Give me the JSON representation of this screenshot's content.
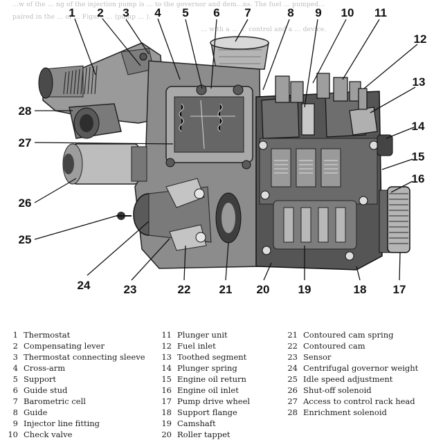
{
  "faint_text": [
    "...w of the ... ng of the injection pump is ... to the governor and dem...ns. The fuel ... pumped...",
    "paired in the ... of ... Figure ... (pump ... ).",
    "... with a ... ... control and a ... device."
  ],
  "callouts": [
    "1",
    "2",
    "3",
    "4",
    "5",
    "6",
    "7",
    "8",
    "9",
    "10",
    "11",
    "12",
    "13",
    "14",
    "15",
    "16",
    "17",
    "18",
    "19",
    "20",
    "21",
    "22",
    "23",
    "24",
    "25",
    "26",
    "27",
    "28"
  ],
  "legend": {
    "column1": [
      {
        "num": "1",
        "label": "Thermostat"
      },
      {
        "num": "2",
        "label": "Compensating lever"
      },
      {
        "num": "3",
        "label": "Thermostat connecting sleeve"
      },
      {
        "num": "4",
        "label": "Cross-arm"
      },
      {
        "num": "5",
        "label": "Support"
      },
      {
        "num": "6",
        "label": "Guide stud"
      },
      {
        "num": "7",
        "label": "Barometric cell"
      },
      {
        "num": "8",
        "label": "Guide"
      },
      {
        "num": "9",
        "label": "Injector line fitting"
      },
      {
        "num": "10",
        "label": "Check valve"
      }
    ],
    "column2": [
      {
        "num": "11",
        "label": "Plunger unit"
      },
      {
        "num": "12",
        "label": "Fuel inlet"
      },
      {
        "num": "13",
        "label": "Toothed segment"
      },
      {
        "num": "14",
        "label": "Plunger spring"
      },
      {
        "num": "15",
        "label": "Engine oil return"
      },
      {
        "num": "16",
        "label": "Engine oil inlet"
      },
      {
        "num": "17",
        "label": "Pump drive wheel"
      },
      {
        "num": "18",
        "label": "Support flange"
      },
      {
        "num": "19",
        "label": "Camshaft"
      },
      {
        "num": "20",
        "label": "Roller tappet"
      }
    ],
    "column3": [
      {
        "num": "21",
        "label": "Contoured cam spring"
      },
      {
        "num": "22",
        "label": "Contoured cam"
      },
      {
        "num": "23",
        "label": "Sensor"
      },
      {
        "num": "24",
        "label": "Centrifugal governor weight"
      },
      {
        "num": "25",
        "label": "Idle speed adjustment"
      },
      {
        "num": "26",
        "label": "Shut-off solenoid"
      },
      {
        "num": "27",
        "label": "Access to control rack head"
      },
      {
        "num": "28",
        "label": "Enrichment solenoid"
      }
    ]
  }
}
